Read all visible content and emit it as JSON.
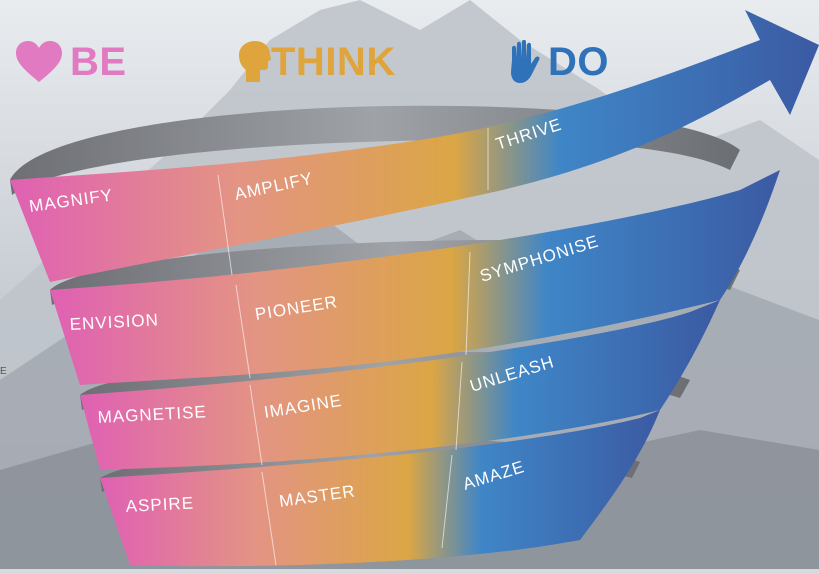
{
  "legend": [
    {
      "label": "BE",
      "icon": "heart-icon",
      "color": "#e27ac1"
    },
    {
      "label": "THINK",
      "icon": "head-icon",
      "color": "#e0a43c"
    },
    {
      "label": "DO",
      "icon": "hand-icon",
      "color": "#2f72b9"
    }
  ],
  "edge_text": "E",
  "bands": [
    {
      "labels": [
        "MAGNIFY",
        "AMPLIFY",
        "THRIVE"
      ]
    },
    {
      "labels": [
        "ENVISION",
        "PIONEER",
        "SYMPHONISE"
      ]
    },
    {
      "labels": [
        "MAGNETISE",
        "IMAGINE",
        "UNLEASH"
      ]
    },
    {
      "labels": [
        "ASPIRE",
        "MASTER",
        "AMAZE"
      ]
    }
  ],
  "colors": {
    "pink": "#e060b4",
    "peach": "#e39483",
    "gold": "#dba645",
    "blue": "#3272b8",
    "navy": "#3b5aa3"
  }
}
